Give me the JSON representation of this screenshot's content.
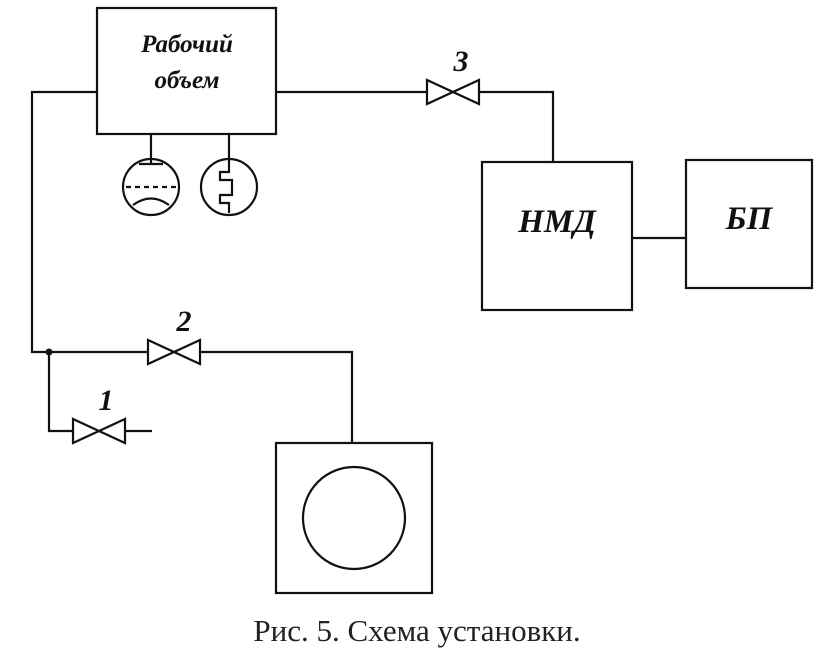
{
  "blocks": {
    "working_volume": {
      "line1": "Рабочий",
      "line2": "объем"
    },
    "nmd": {
      "label": "НМД"
    },
    "bp": {
      "label": "БП"
    }
  },
  "valves": {
    "v1": "1",
    "v2": "2",
    "v3": "3"
  },
  "caption": "Рис. 5. Схема установки.",
  "colors": {
    "line": "#111111",
    "background": "#ffffff"
  }
}
